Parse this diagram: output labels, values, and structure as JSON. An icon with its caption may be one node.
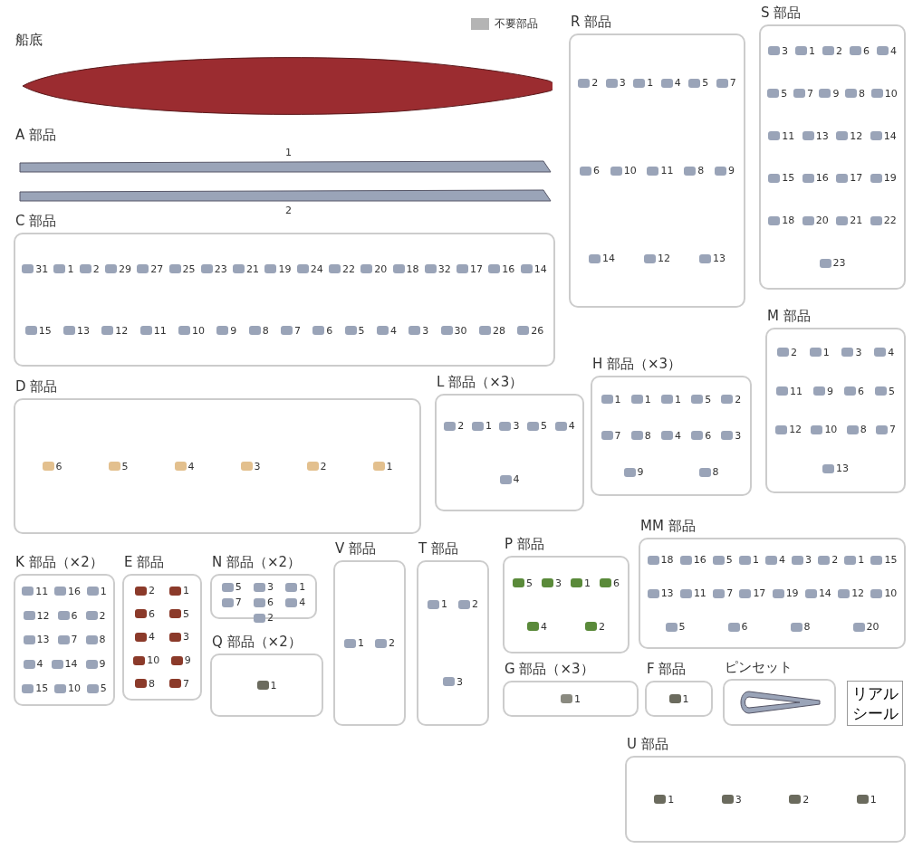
{
  "diagram": {
    "nodes": [
      {
        "text": [
          "船底"
        ]
      },
      {
        "text": [
          "A 部品",
          "1",
          "2"
        ]
      },
      {
        "text": [
          "C 部品",
          "31",
          "1",
          "2",
          "29",
          "27",
          "25",
          "23",
          "21",
          "19",
          "24",
          "22",
          "20",
          "18",
          "32",
          "17",
          "16",
          "14",
          "15",
          "13",
          "12",
          "11",
          "10",
          "9",
          "8",
          "7",
          "6",
          "5",
          "4",
          "3",
          "30",
          "28",
          "26"
        ]
      },
      {
        "text": [
          "R 部品",
          "2",
          "3",
          "1",
          "4",
          "5",
          "7",
          "6",
          "10",
          "11",
          "8",
          "9",
          "14",
          "12",
          "13"
        ]
      },
      {
        "text": [
          "S 部品",
          "3",
          "1",
          "2",
          "6",
          "4",
          "5",
          "7",
          "9",
          "8",
          "10",
          "11",
          "13",
          "12",
          "14",
          "15",
          "16",
          "17",
          "19",
          "18",
          "20",
          "21",
          "22",
          "23"
        ]
      },
      {
        "text": [
          "D 部品",
          "6",
          "5",
          "4",
          "3",
          "2",
          "1"
        ]
      },
      {
        "text": [
          "L 部品（×3）",
          "2",
          "1",
          "3",
          "5",
          "4",
          "4"
        ]
      },
      {
        "text": [
          "H 部品（×3）",
          "1",
          "1",
          "1",
          "5",
          "2",
          "7",
          "8",
          "4",
          "6",
          "3",
          "9",
          "8"
        ]
      },
      {
        "text": [
          "M 部品",
          "2",
          "1",
          "3",
          "4",
          "11",
          "9",
          "6",
          "5",
          "12",
          "10",
          "8",
          "7",
          "13"
        ]
      },
      {
        "text": [
          "K 部品（×2）",
          "11",
          "16",
          "1",
          "12",
          "6",
          "2",
          "13",
          "7",
          "8",
          "4",
          "14",
          "9",
          "15",
          "10",
          "5"
        ]
      },
      {
        "text": [
          "E 部品",
          "2",
          "1",
          "6",
          "5",
          "4",
          "3",
          "10",
          "9",
          "8",
          "7"
        ]
      },
      {
        "text": [
          "N 部品（×2）",
          "5",
          "3",
          "1",
          "7",
          "6",
          "4",
          "2"
        ]
      },
      {
        "text": [
          "Q 部品（×2）",
          "1"
        ]
      },
      {
        "text": [
          "V 部品",
          "1",
          "2"
        ]
      },
      {
        "text": [
          "T 部品",
          "1",
          "2",
          "3"
        ]
      },
      {
        "text": [
          "P 部品",
          "5",
          "3",
          "1",
          "6",
          "4",
          "2"
        ]
      },
      {
        "text": [
          "MM 部品",
          "18",
          "16",
          "5",
          "1",
          "4",
          "3",
          "2",
          "1",
          "15",
          "13",
          "11",
          "7",
          "17",
          "19",
          "14",
          "12",
          "10",
          "5",
          "6",
          "8",
          "20"
        ]
      },
      {
        "text": [
          "G 部品（×3）",
          "1"
        ]
      },
      {
        "text": [
          "F 部品",
          "1"
        ]
      },
      {
        "text": [
          "ピンセット"
        ]
      },
      {
        "text": [
          "リアルシール"
        ]
      },
      {
        "text": [
          "U 部品",
          "1",
          "3",
          "2",
          "1"
        ]
      }
    ],
    "legend": [
      {
        "text": "不要部品",
        "color": "#b4b4b4"
      }
    ]
  }
}
